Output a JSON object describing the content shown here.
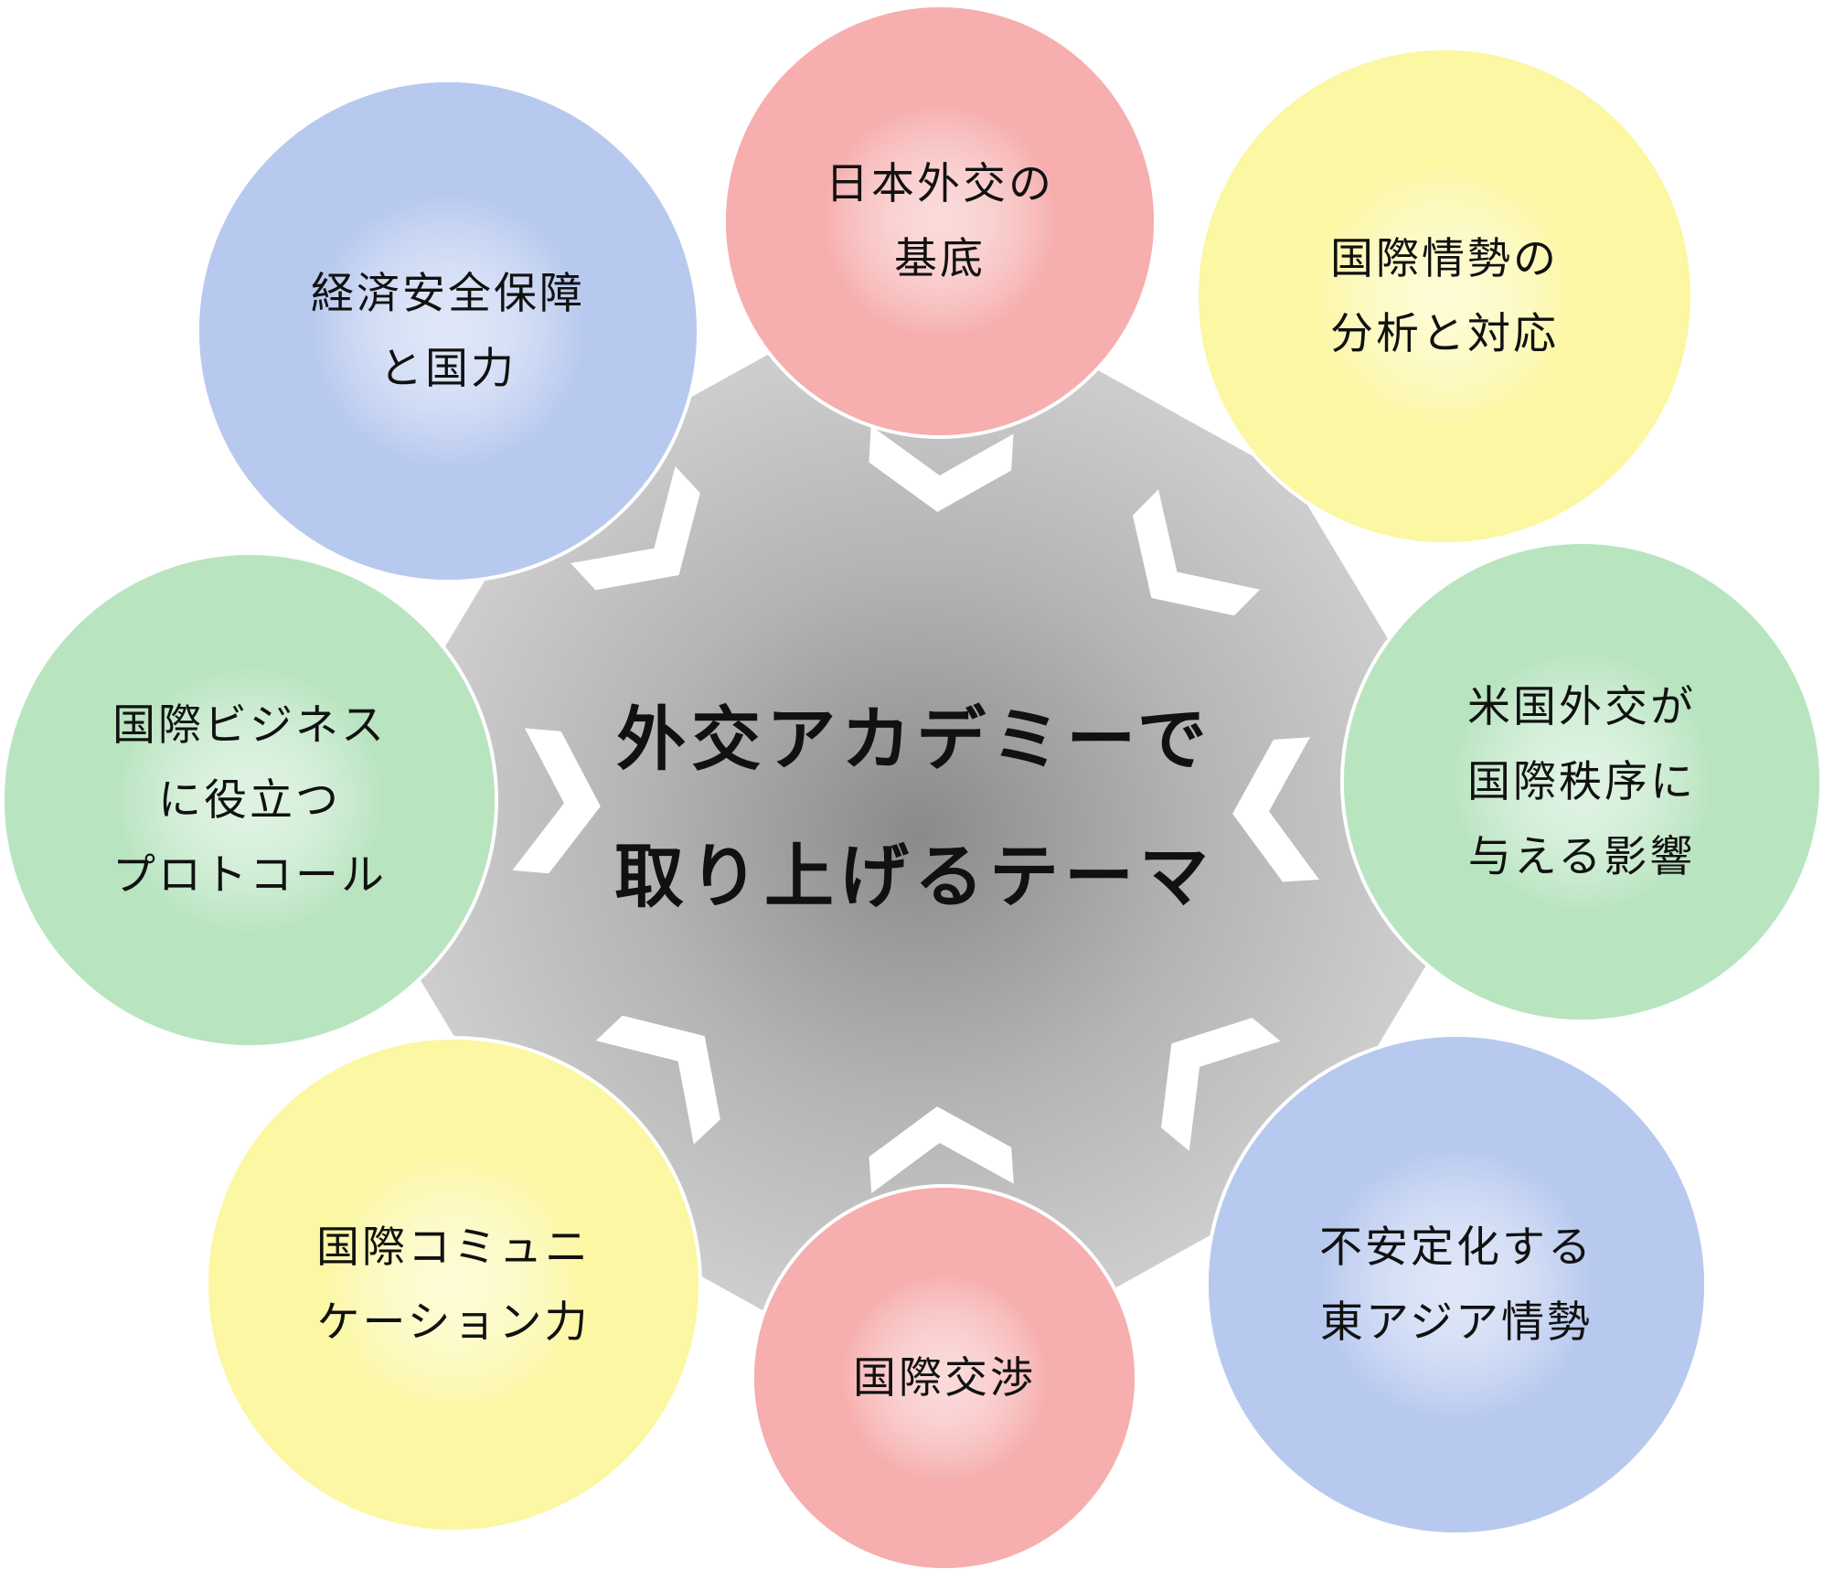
{
  "title_lines": [
    "外交アカデミーで",
    "取り上げるテーマ"
  ],
  "colors": {
    "red": "#f6aeae",
    "yellow": "#fbf7a2",
    "green": "#b9e4c0",
    "blue": "#b8c9ef",
    "hub": "#c9c9c9"
  },
  "themes": [
    {
      "id": "basis",
      "color": "red",
      "lines": [
        "日本外交の",
        "基底"
      ]
    },
    {
      "id": "intl-situation",
      "color": "yellow",
      "lines": [
        "国際情勢の",
        "分析と対応"
      ]
    },
    {
      "id": "us-diplomacy",
      "color": "green",
      "lines": [
        "米国外交が",
        "国際秩序に",
        "与える影響"
      ]
    },
    {
      "id": "east-asia",
      "color": "blue",
      "lines": [
        "不安定化する",
        "東アジア情勢"
      ]
    },
    {
      "id": "negotiation",
      "color": "red",
      "lines": [
        "国際交渉"
      ]
    },
    {
      "id": "communication",
      "color": "yellow",
      "lines": [
        "国際コミュニ",
        "ケーション力"
      ]
    },
    {
      "id": "protocol",
      "color": "green",
      "lines": [
        "国際ビジネス",
        "に役立つ",
        "プロトコール"
      ]
    },
    {
      "id": "economic-security",
      "color": "blue",
      "lines": [
        "経済安全保障",
        "と国力"
      ]
    }
  ]
}
